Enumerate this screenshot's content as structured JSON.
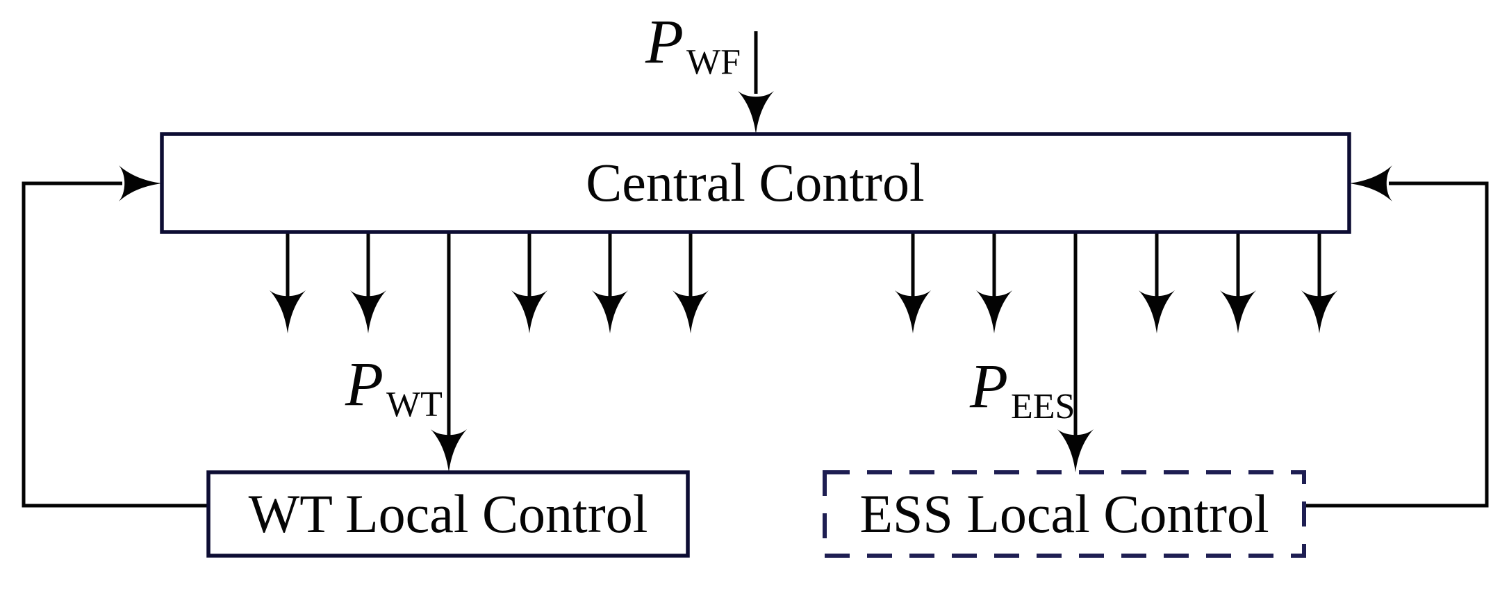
{
  "nodes": {
    "central": {
      "label": "Central Control"
    },
    "wt_local": {
      "label": "WT Local Control"
    },
    "ess_local": {
      "label": "ESS Local Control"
    }
  },
  "signals": {
    "p_wf": {
      "base": "P",
      "subscript": "WF"
    },
    "p_wt": {
      "base": "P",
      "subscript": "WT"
    },
    "p_ees": {
      "base": "P",
      "subscript": "EES"
    }
  },
  "command_arrows": {
    "left_short_count": 5,
    "right_short_count": 5
  },
  "colors": {
    "box_border": "#0d0d33",
    "dashed_border": "#1e1e52",
    "arrow_line": "#030303",
    "label_text": "#050505",
    "background": "#ffffff"
  }
}
